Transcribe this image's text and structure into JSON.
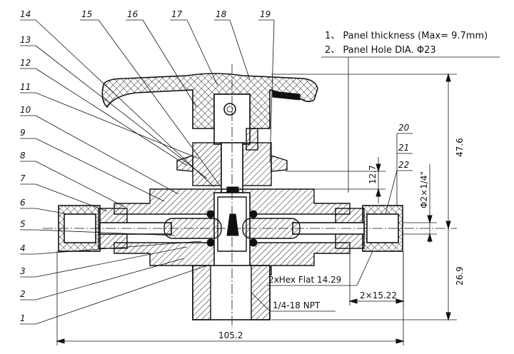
{
  "notes": {
    "line1": "1、 Panel thickness (Max= 9.7mm)",
    "line2": "2、 Panel Hole DIA. Φ23"
  },
  "part_labels": [
    "1",
    "2",
    "3",
    "4",
    "5",
    "6",
    "7",
    "8",
    "9",
    "10",
    "11",
    "12",
    "13",
    "14",
    "15",
    "16",
    "17",
    "18",
    "19",
    "20",
    "21",
    "22"
  ],
  "dimensions": {
    "overall_length": "105.2",
    "height_upper": "47.6",
    "height_lower": "26.9",
    "panel_dim": "12.7",
    "tube_dia": "Φ2×1/4\"",
    "hex_flat": "2xHex Flat 14.29",
    "flat_spacing": "2×15.22",
    "thread": "1/4-18 NPT"
  }
}
